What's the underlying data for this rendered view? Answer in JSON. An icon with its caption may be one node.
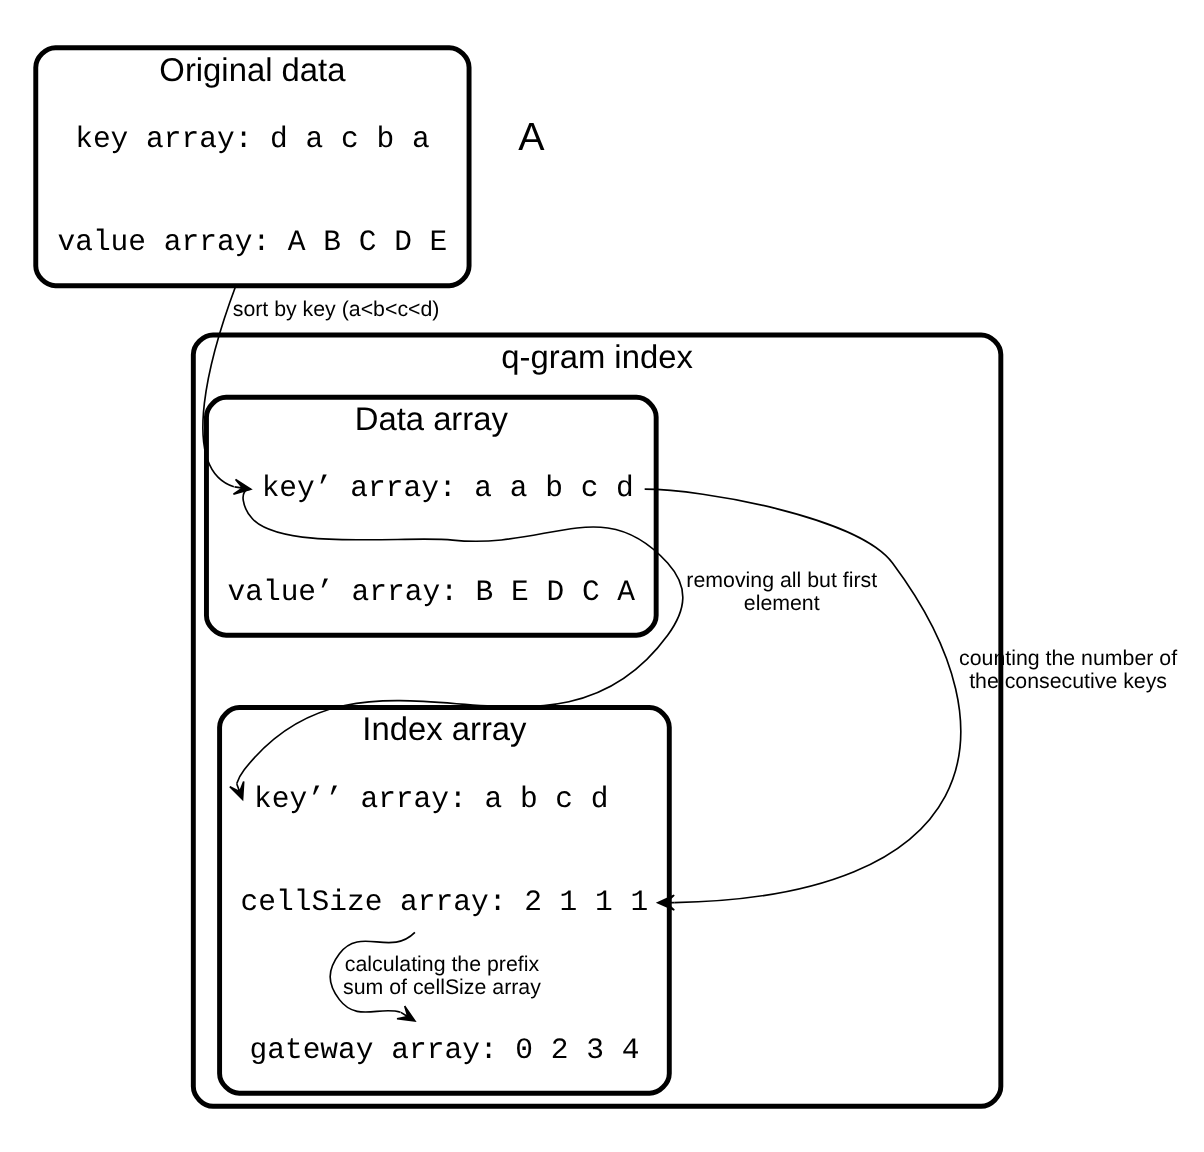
{
  "diagram": {
    "nodes": [
      {
        "text": [
          "Original data"
        ]
      },
      {
        "text": [
          "key array: d a c b a"
        ],
        "in": 0
      },
      {
        "text": [
          "value array: A B C D E"
        ],
        "in": 0
      },
      {
        "text": [
          "q-gram index"
        ]
      },
      {
        "text": [
          "Data array"
        ],
        "in": 3
      },
      {
        "text": [
          "key’ array: a a b c d"
        ],
        "in": 4
      },
      {
        "text": [
          "value’ array: B E D C A"
        ],
        "in": 4
      },
      {
        "text": [
          "Index array"
        ],
        "in": 3
      },
      {
        "text": [
          "key’’ array: a b c d"
        ],
        "in": 7
      },
      {
        "text": [
          "cellSize array: 2 1 1 1"
        ],
        "in": 7
      },
      {
        "text": [
          "gateway array: 0 2 3 4"
        ],
        "in": 7
      }
    ],
    "edges": [
      {
        "from": 0,
        "to": 5,
        "arrow": "to",
        "label": "sort by key (a<b<c<d)"
      },
      {
        "from": 5,
        "to": 8,
        "arrow": "to",
        "label": "removing all but first element"
      },
      {
        "from": 5,
        "to": 9,
        "arrow": "to",
        "label": "counting the number of the consecutive keys"
      },
      {
        "from": 9,
        "to": 10,
        "arrow": "to",
        "label": "calculating the prefix sum of cellSize array"
      }
    ],
    "labels": [
      "A"
    ]
  }
}
